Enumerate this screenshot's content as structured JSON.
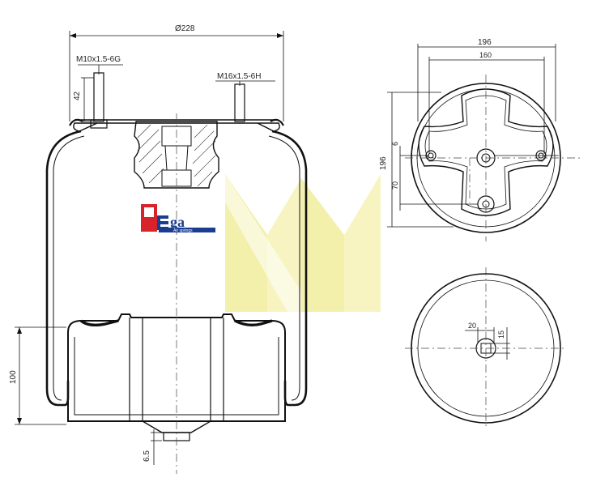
{
  "drawing": {
    "dimensions": {
      "overall_diameter": "Ø228",
      "thread_left": "M10x1.5-6G",
      "thread_right": "M16x1.5-6H",
      "stud_height": "42",
      "bottom_height": "100",
      "bottom_offset": "6.5",
      "top_outer_span": "196",
      "top_inner_span": "160",
      "top_vertical": "196",
      "small_offset": "6",
      "center_distance": "70",
      "bottom_hole_width": "20",
      "bottom_hole_height": "15"
    }
  },
  "logo": {
    "letters": "PEga",
    "tagline": "Air springs"
  },
  "colors": {
    "line": "#111111",
    "centerline": "#444444",
    "watermark": "#f4f0a8",
    "logo_red": "#d9232a",
    "logo_blue": "#1a3d8f"
  }
}
